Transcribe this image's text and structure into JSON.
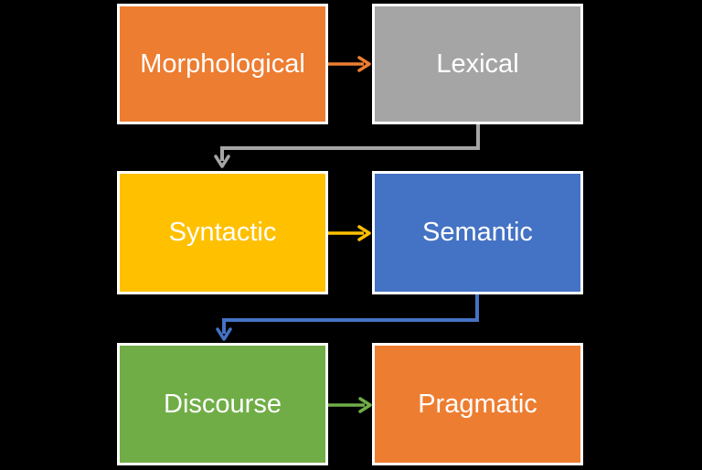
{
  "background_color": "#000000",
  "box_border_color": "#FFFFFF",
  "box_text_color": "#FFFFFF",
  "boxes": [
    {
      "label": "Morphological",
      "fill": "#ED7D31"
    },
    {
      "label": "Lexical",
      "fill": "#A5A5A5"
    },
    {
      "label": "Syntactic",
      "fill": "#FFC000"
    },
    {
      "label": "Semantic",
      "fill": "#4472C4"
    },
    {
      "label": "Discourse",
      "fill": "#70AD47"
    },
    {
      "label": "Pragmatic",
      "fill": "#ED7D31"
    }
  ],
  "connectors": [
    {
      "from": "Morphological",
      "to": "Lexical",
      "color": "#ED7D31",
      "shape": "straight-right"
    },
    {
      "from": "Lexical",
      "to": "Syntactic",
      "color": "#A5A5A5",
      "shape": "elbow-down-left"
    },
    {
      "from": "Syntactic",
      "to": "Semantic",
      "color": "#FFC000",
      "shape": "straight-right"
    },
    {
      "from": "Semantic",
      "to": "Discourse",
      "color": "#4472C4",
      "shape": "elbow-down-left"
    },
    {
      "from": "Discourse",
      "to": "Pragmatic",
      "color": "#70AD47",
      "shape": "straight-right"
    }
  ]
}
